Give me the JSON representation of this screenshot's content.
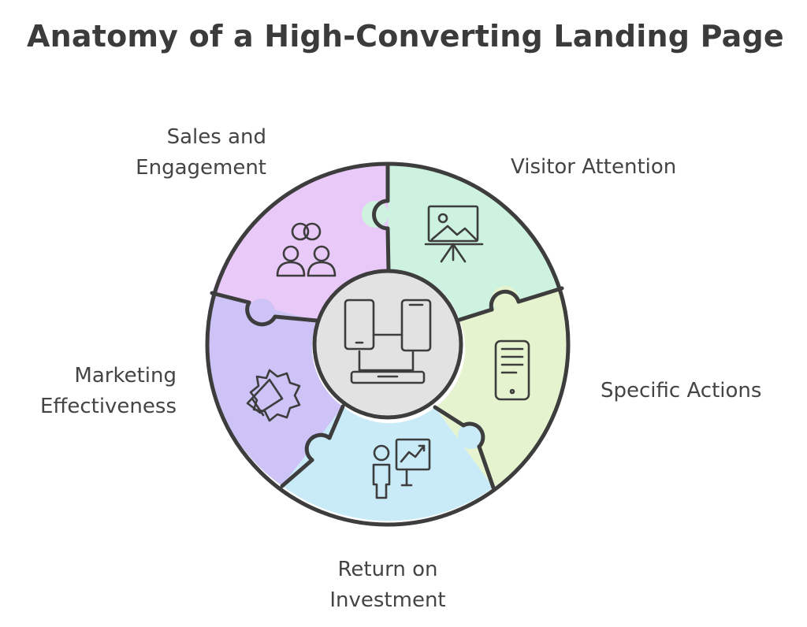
{
  "title": "Anatomy of a High-Converting Landing Page",
  "segments": [
    {
      "label_lines": [
        "Sales and",
        "Engagement"
      ],
      "color": "#e9c9f7",
      "icon": "people-connection-icon"
    },
    {
      "label_lines": [
        "Visitor Attention"
      ],
      "color": "#cdf2df",
      "icon": "presentation-easel-icon"
    },
    {
      "label_lines": [
        "Specific Actions"
      ],
      "color": "#e6f3cf",
      "icon": "smartphone-icon"
    },
    {
      "label_lines": [
        "Return on",
        "Investment"
      ],
      "color": "#c9ebf8",
      "icon": "presenter-chart-icon"
    },
    {
      "label_lines": [
        "Marketing",
        "Effectiveness"
      ],
      "color": "#cdc3f6",
      "icon": "megaphone-icon"
    }
  ],
  "center": {
    "color": "#e2e2e2",
    "icon": "devices-icon"
  },
  "colors": {
    "outline": "#3d3d3d",
    "text": "#444444"
  }
}
